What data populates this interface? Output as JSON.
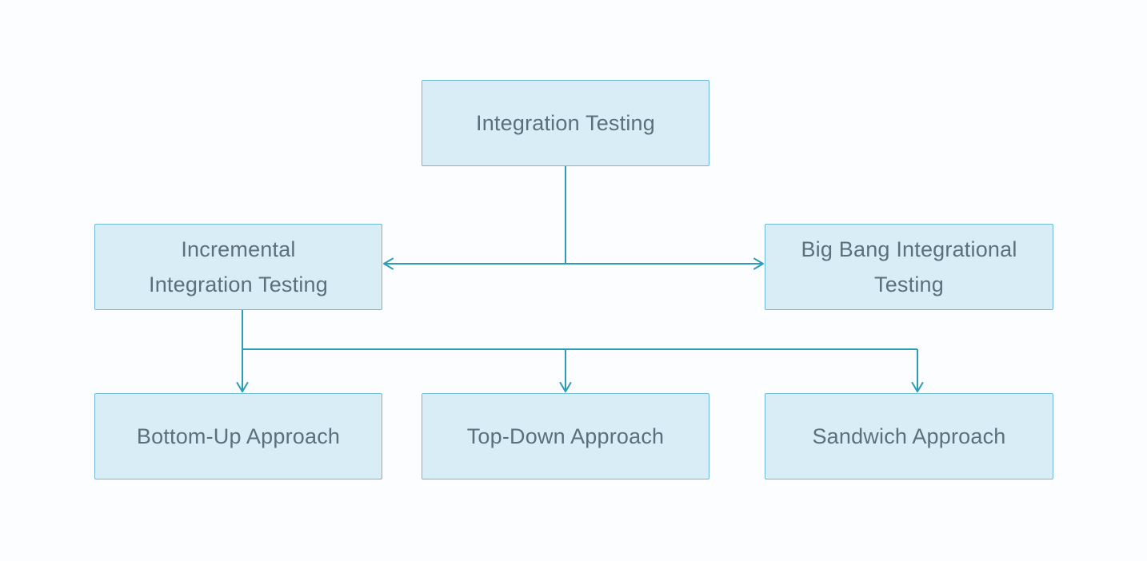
{
  "theme": {
    "background": "#fbfdfe",
    "node_fill": "#d8edf6",
    "node_border": "#6fb9d3",
    "connector": "#2d9db6",
    "text": "#5c6f7d"
  },
  "diagram": {
    "nodes": [
      {
        "id": "integration-testing",
        "label": "Integration Testing",
        "lines": [
          "Integration Testing",
          ""
        ]
      },
      {
        "id": "incremental-integration-testing",
        "label": "Incremental Integration Testing",
        "lines": [
          "Incremental",
          "Integration Testing"
        ]
      },
      {
        "id": "big-bang-integrational-testing",
        "label": "Big Bang Integrational Testing",
        "lines": [
          "Big Bang Integrational",
          "Testing"
        ]
      },
      {
        "id": "bottom-up-approach",
        "label": "Bottom-Up Approach",
        "lines": [
          "Bottom-Up Approach",
          ""
        ]
      },
      {
        "id": "top-down-approach",
        "label": "Top-Down Approach",
        "lines": [
          "Top-Down Approach",
          ""
        ]
      },
      {
        "id": "sandwich-approach",
        "label": "Sandwich Approach",
        "lines": [
          "Sandwich Approach",
          ""
        ]
      }
    ],
    "edges": [
      {
        "from": "integration-testing",
        "to": "incremental-integration-testing",
        "arrow_direction": "left"
      },
      {
        "from": "integration-testing",
        "to": "big-bang-integrational-testing",
        "arrow_direction": "right"
      },
      {
        "from": "incremental-integration-testing",
        "to": "bottom-up-approach",
        "arrow_direction": "down"
      },
      {
        "from": "incremental-integration-testing",
        "to": "top-down-approach",
        "arrow_direction": "down"
      },
      {
        "from": "incremental-integration-testing",
        "to": "sandwich-approach",
        "arrow_direction": "down"
      }
    ]
  }
}
